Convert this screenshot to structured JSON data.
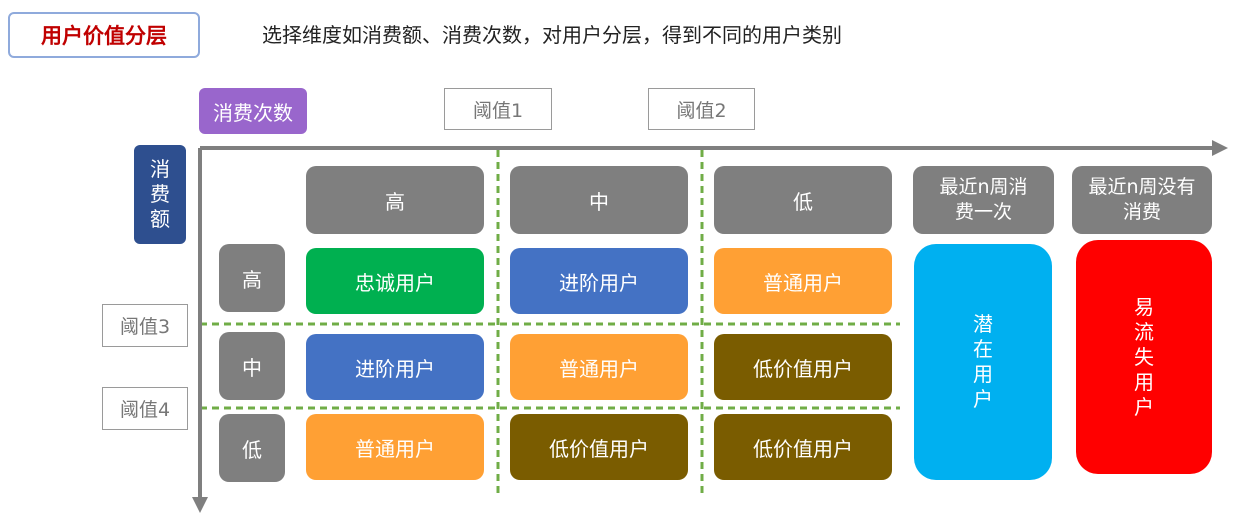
{
  "title": "用户价值分层",
  "subtitle": "选择维度如消费额、消费次数，对用户分层，得到不同的用户类别",
  "axis_x_label": "消费次数",
  "axis_y_label": "消费额",
  "thresholds": {
    "t1": "阈值1",
    "t2": "阈值2",
    "t3": "阈值3",
    "t4": "阈值4"
  },
  "column_headers": {
    "high": "高",
    "mid": "中",
    "low": "低",
    "recent_once": "最近n周消费一次",
    "recent_none": "最近n周没有消费"
  },
  "row_headers": {
    "high": "高",
    "mid": "中",
    "low": "低"
  },
  "grid": [
    [
      "忠诚用户",
      "进阶用户",
      "普通用户"
    ],
    [
      "进阶用户",
      "普通用户",
      "低价值用户"
    ],
    [
      "普通用户",
      "低价值用户",
      "低价值用户"
    ]
  ],
  "side_categories": {
    "potential": "潜在用户",
    "churn": "易流失用户"
  },
  "colors": {
    "title_red": "#c00000",
    "loyal_green": "#00b050",
    "advanced_blue": "#4472c4",
    "normal_orange": "#ffa034",
    "low_value_brown": "#7a5c00",
    "potential_cyan": "#00b0f0",
    "churn_red": "#ff0000",
    "header_gray": "#7f7f7f",
    "dashed_green": "#70ad47"
  }
}
